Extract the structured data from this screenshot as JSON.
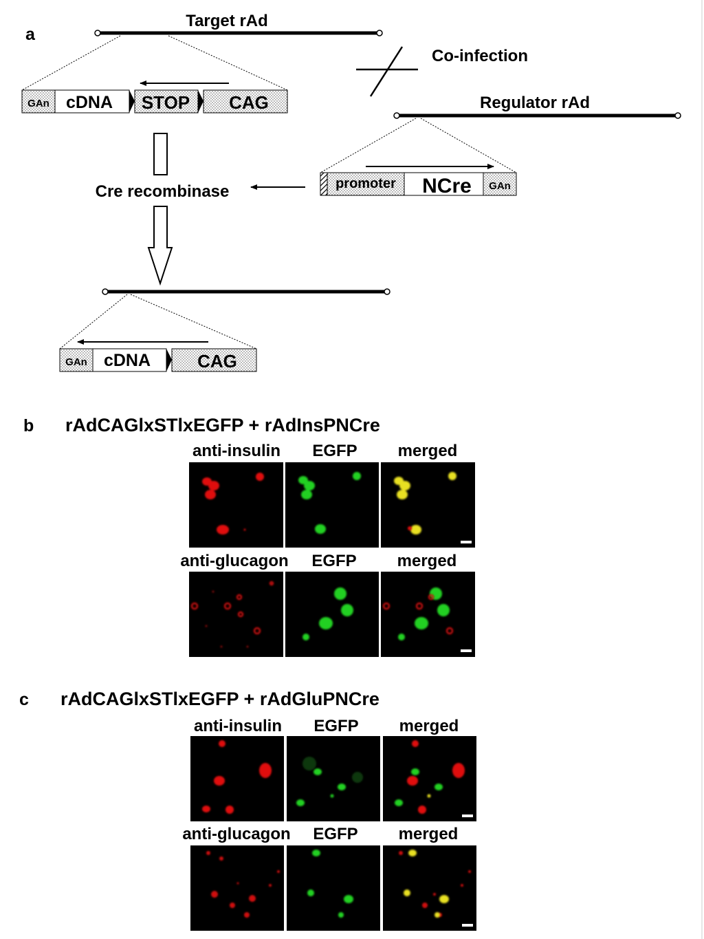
{
  "panel_a": {
    "letter": "a",
    "target_label": "Target rAd",
    "coinfection_label": "Co-infection",
    "regulator_label": "Regulator rAd",
    "cre_label": "Cre recombinase",
    "target_cassette": {
      "gan": "GAn",
      "cdna": "cDNA",
      "stop": "STOP",
      "cag": "CAG"
    },
    "regulator_cassette": {
      "promoter": "promoter",
      "ncre": "NCre",
      "gan": "GAn"
    },
    "result_cassette": {
      "gan": "GAn",
      "cdna": "cDNA",
      "cag": "CAG"
    }
  },
  "panel_b": {
    "letter": "b",
    "title": "rAdCAGlxSTlxEGFP + rAdInsPNCre",
    "row1_labels": [
      "anti-insulin",
      "EGFP",
      "merged"
    ],
    "row2_labels": [
      "anti-glucagon",
      "EGFP",
      "merged"
    ]
  },
  "panel_c": {
    "letter": "c",
    "title": "rAdCAGlxSTlxEGFP + rAdGluPNCre",
    "row1_labels": [
      "anti-insulin",
      "EGFP",
      "merged"
    ],
    "row2_labels": [
      "anti-glucagon",
      "EGFP",
      "merged"
    ]
  },
  "colors": {
    "red_cell": "#e01010",
    "green_cell": "#20d020",
    "yellow_cell": "#e8e020",
    "micrograph_bg": "#000000"
  }
}
